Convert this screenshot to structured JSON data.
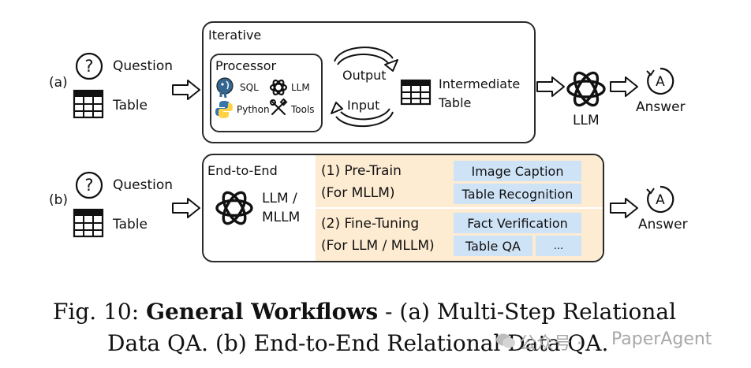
{
  "rows": {
    "a": {
      "label": "(a)",
      "question": "Question",
      "table": "Table",
      "iterative_title": "Iterative",
      "processor_title": "Processor",
      "tools": {
        "sql": "SQL",
        "llm": "LLM",
        "python": "Python",
        "tools": "Tools"
      },
      "output": "Output",
      "input": "Input",
      "intermediate_line1": "Intermediate",
      "intermediate_line2": "Table",
      "llm": "LLM",
      "answer": "Answer"
    },
    "b": {
      "label": "(b)",
      "question": "Question",
      "table": "Table",
      "e2e_title": "End-to-End",
      "model_line1": "LLM /",
      "model_line2": "MLLM",
      "pretrain_line1": "(1) Pre-Train",
      "pretrain_line2": "(For MLLM)",
      "finetune_line1": "(2) Fine-Tuning",
      "finetune_line2": "(For LLM / MLLM)",
      "tasks": {
        "image_caption": "Image Caption",
        "table_recognition": "Table Recognition",
        "fact_verification": "Fact Verification",
        "table_qa": "Table QA",
        "more": "..."
      },
      "answer": "Answer"
    }
  },
  "caption": {
    "prefix": "Fig. 10: ",
    "bold": "General Workflows",
    "rest_line1": " - (a) Multi-Step Relational",
    "line2": "Data QA. (b) End-to-End Relational Data QA."
  },
  "watermark": {
    "channel": "公众号 ·",
    "name": "PaperAgent"
  },
  "colors": {
    "stroke": "#2a2a2a",
    "panel": "#fdebd2",
    "chip": "#cfe3f7",
    "postgres": "#336791",
    "python_blue": "#3776ab",
    "python_yellow": "#ffd343"
  }
}
